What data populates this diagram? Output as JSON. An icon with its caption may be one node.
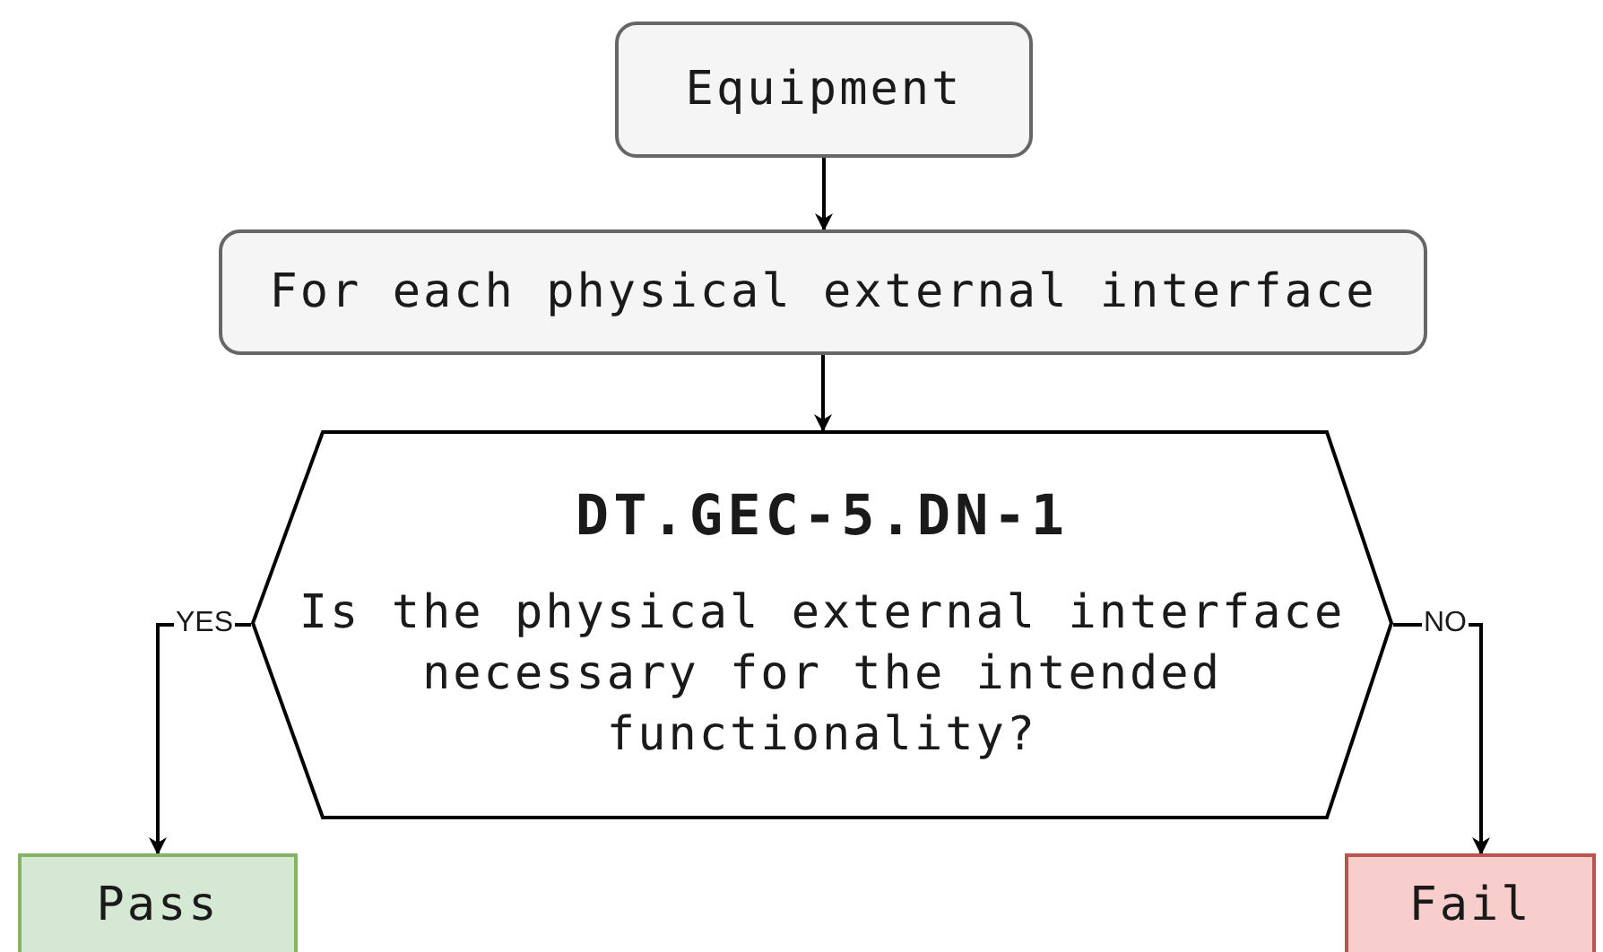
{
  "diagram": {
    "nodes": [
      {
        "text": [
          "Equipment"
        ]
      },
      {
        "text": [
          "For each physical external interface"
        ]
      },
      {
        "text": [
          "DT.GEC-5.DN-1",
          "Is the physical external interface necessary for the intended functionality?"
        ]
      },
      {
        "text": [
          "Pass"
        ]
      },
      {
        "text": [
          "Fail"
        ]
      }
    ],
    "edges": [
      {
        "from": 0,
        "to": 1,
        "arrow": "to"
      },
      {
        "from": 1,
        "to": 2,
        "arrow": "to"
      },
      {
        "from": 2,
        "to": 3,
        "arrow": "to",
        "label": "YES"
      },
      {
        "from": 2,
        "to": 4,
        "arrow": "to",
        "label": "NO"
      }
    ]
  }
}
